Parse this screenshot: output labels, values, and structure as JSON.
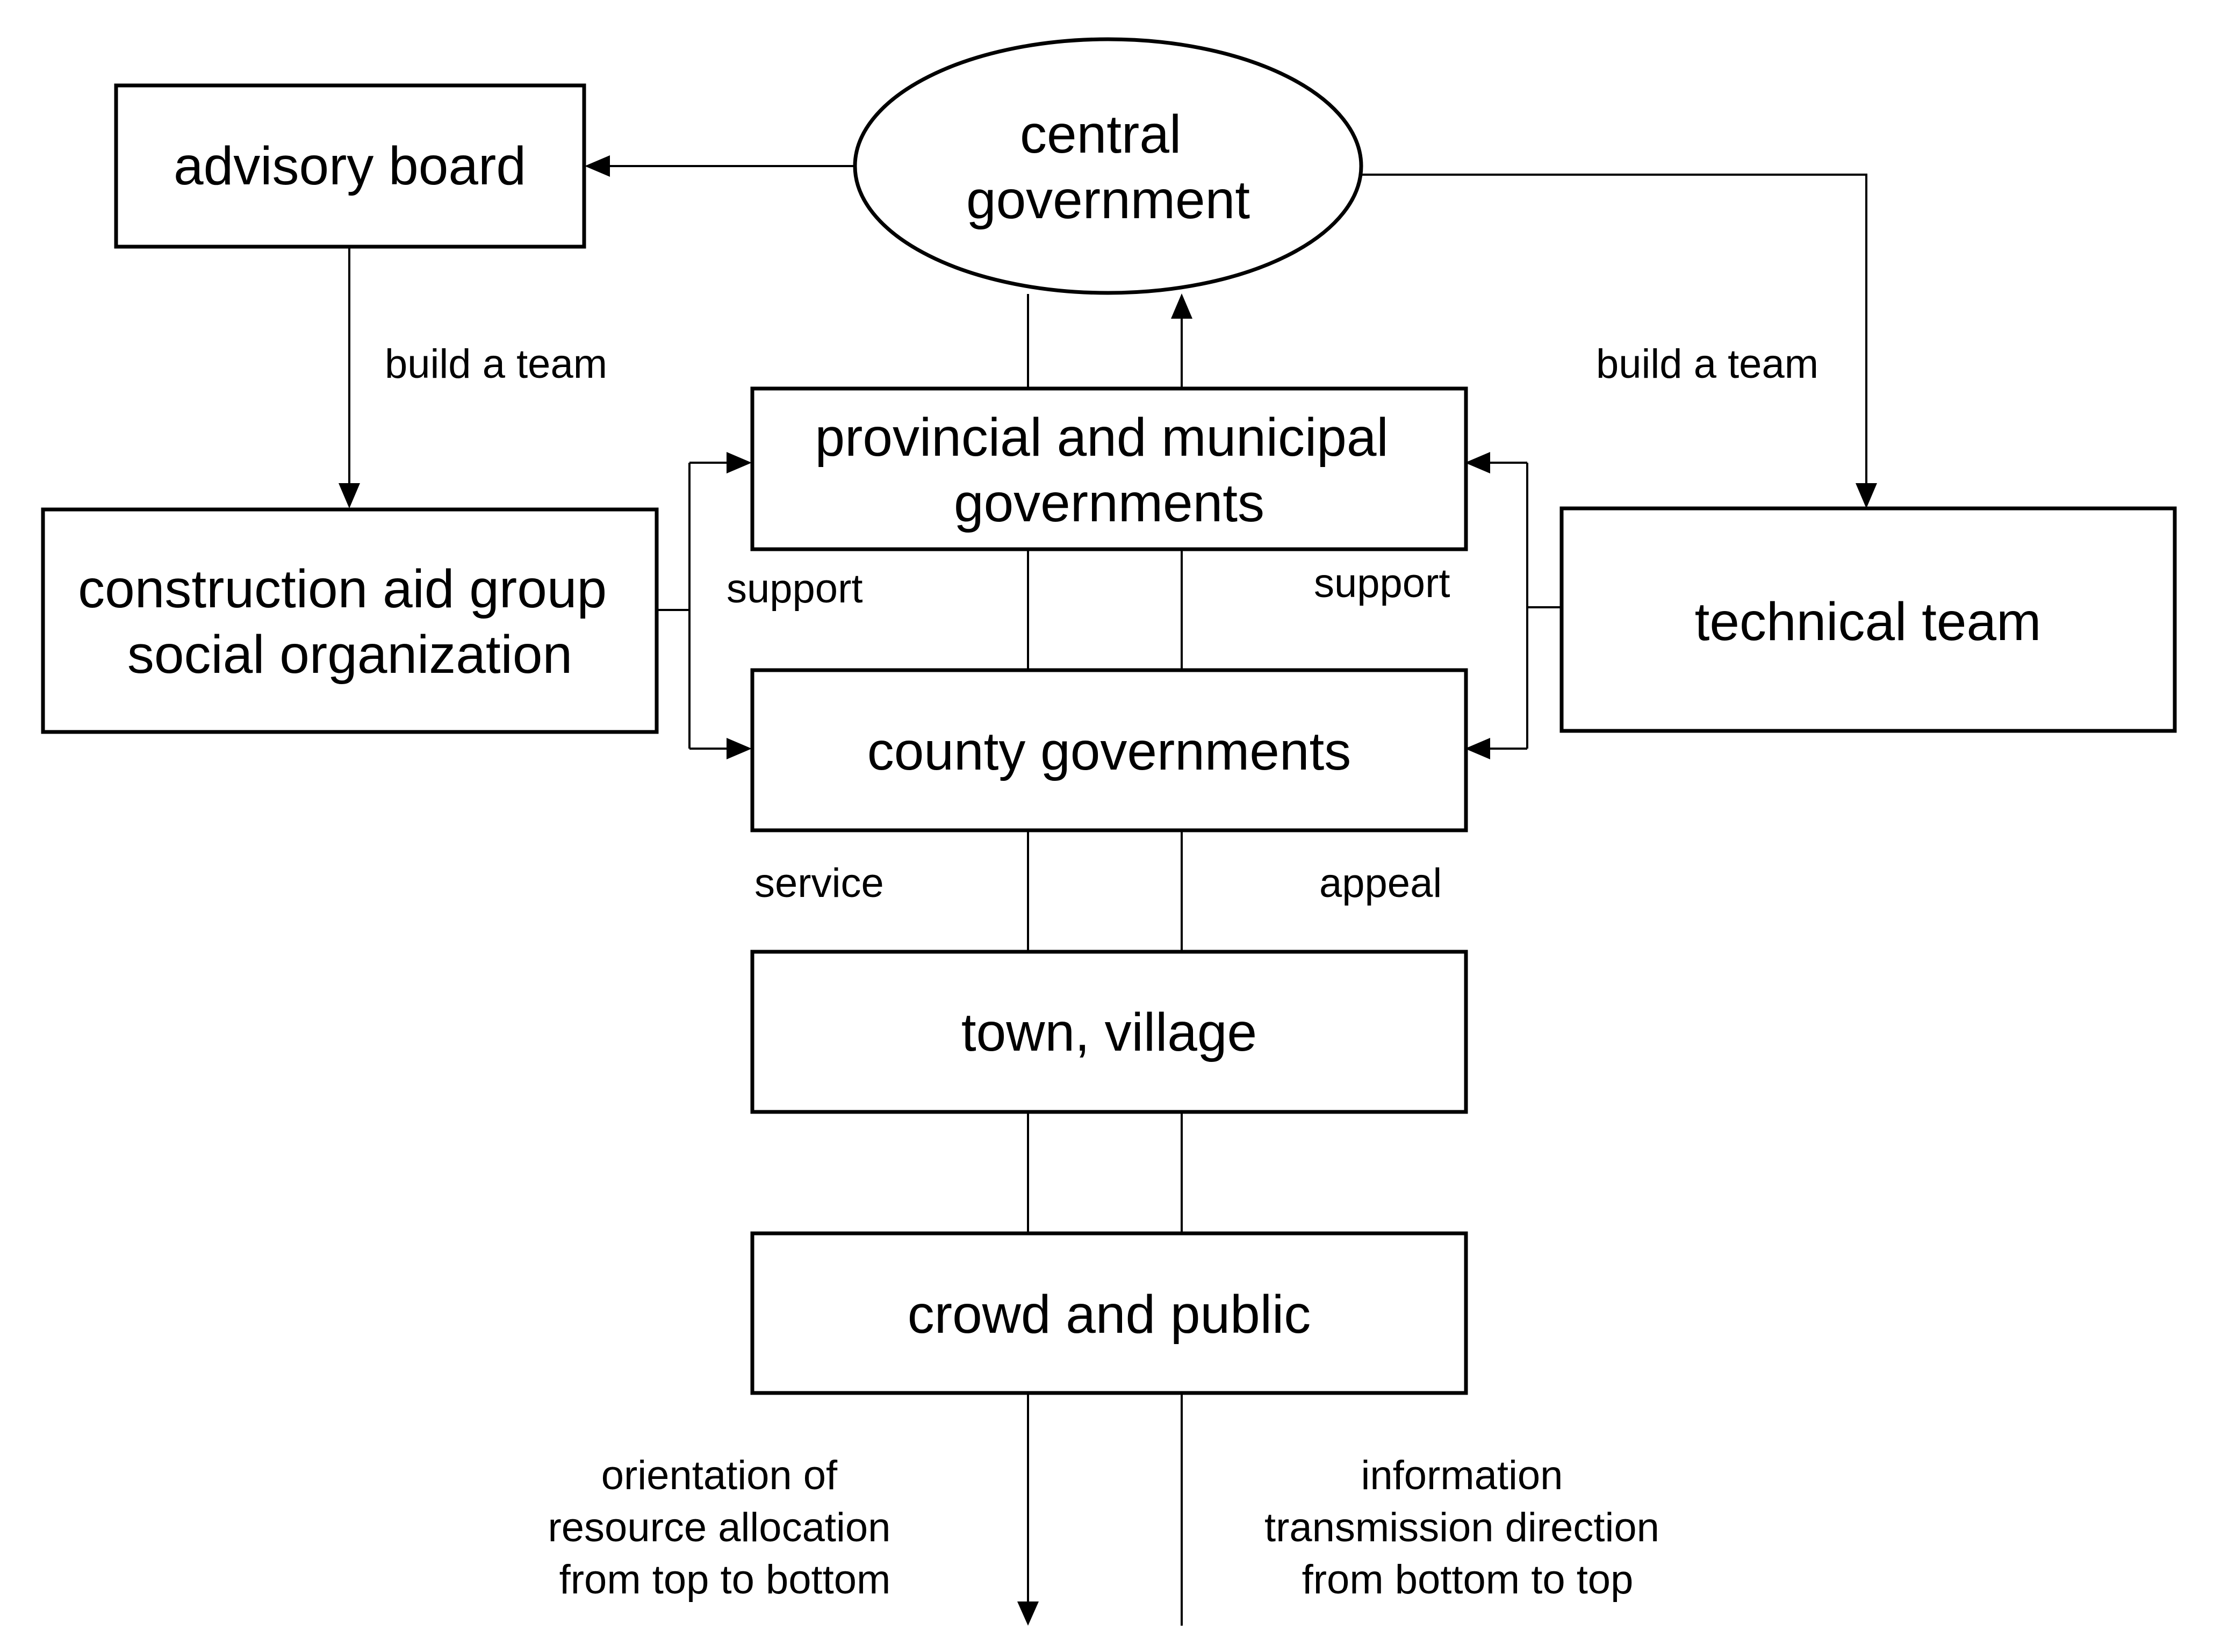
{
  "nodes": {
    "central_government": [
      "central",
      "government"
    ],
    "advisory_board": [
      "advisory board"
    ],
    "provincial_municipal": [
      "provincial and municipal",
      "governments"
    ],
    "construction_aid": [
      "construction aid group",
      "social organization"
    ],
    "technical_team": [
      "technical team"
    ],
    "county": [
      "county governments"
    ],
    "town_village": [
      "town, village"
    ],
    "crowd_public": [
      "crowd and public"
    ]
  },
  "edge_labels": {
    "build_team_left": "build a team",
    "build_team_right": "build a team",
    "support_left": "support",
    "support_right": "support",
    "service": "service",
    "appeal": "appeal"
  },
  "legend": {
    "down_flow": [
      "orientation of",
      "resource allocation",
      "from top to bottom"
    ],
    "up_flow": [
      "information",
      "transmission direction",
      "from bottom to top"
    ]
  },
  "colors": {
    "stroke": "#000000",
    "background": "#ffffff"
  }
}
